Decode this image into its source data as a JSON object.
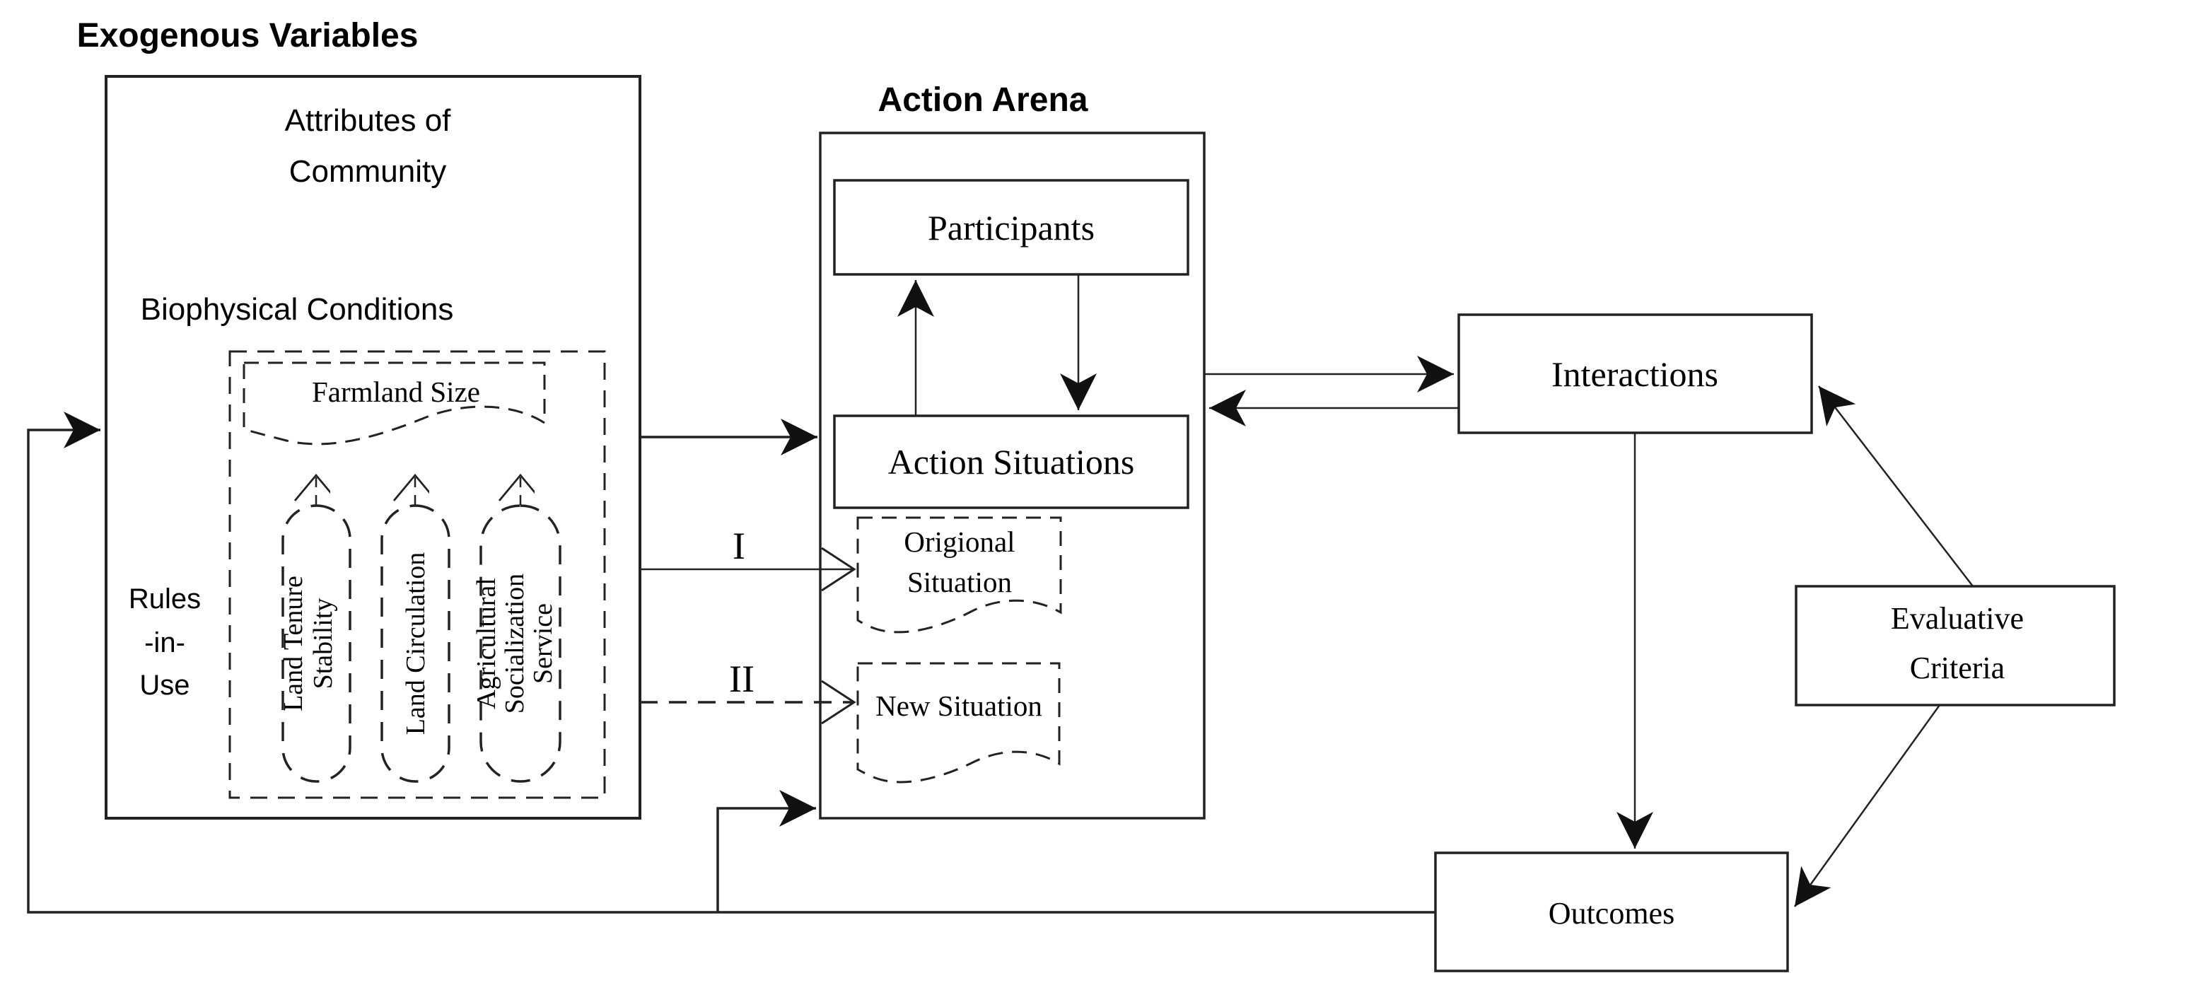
{
  "diagram": {
    "exogenous": {
      "title": "Exogenous Variables",
      "attributes_line1": "Attributes of",
      "attributes_line2": "Community",
      "biophysical": "Biophysical Conditions",
      "farmland": "Farmland Size",
      "rules_line1": "Rules",
      "rules_line2": "-in-",
      "rules_line3": "Use",
      "pills": [
        {
          "lines": [
            "Land Tenure",
            "Stability"
          ]
        },
        {
          "lines": [
            "Land Circulation"
          ]
        },
        {
          "lines": [
            "Agricultural",
            "Socialization",
            "Service"
          ]
        }
      ]
    },
    "action_arena": {
      "title": "Action Arena",
      "participants": "Participants",
      "action_situations": "Action Situations",
      "origional_line1": "Origional",
      "origional_line2": "Situation",
      "new_situation": "New Situation"
    },
    "path_labels": {
      "one": "I",
      "two": "II"
    },
    "right_side": {
      "interactions": "Interactions",
      "evaluative_line1": "Evaluative",
      "evaluative_line2": "Criteria",
      "outcomes": "Outcomes"
    },
    "colors": {
      "line": "#222222",
      "text": "#000000",
      "background": "#ffffff"
    }
  }
}
